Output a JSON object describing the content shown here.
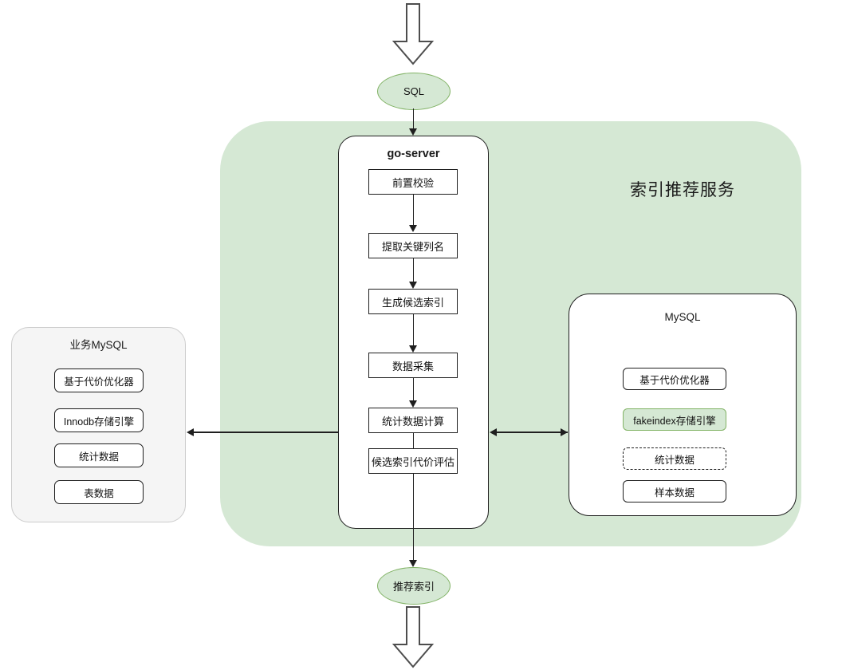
{
  "diagram": {
    "title": "索引推荐服务",
    "flow_in": {
      "arrow_name": "inbound-block-arrow",
      "node_label": "SQL"
    },
    "flow_out": {
      "node_label": "推荐索引",
      "arrow_name": "outbound-block-arrow"
    },
    "goserver": {
      "title": "go-server",
      "steps": [
        {
          "label": "前置校验"
        },
        {
          "label": "提取关键列名"
        },
        {
          "label": "生成候选索引"
        },
        {
          "label": "数据采集"
        },
        {
          "label": "统计数据计算"
        },
        {
          "label": "候选索引代价评估"
        }
      ]
    },
    "business_mysql": {
      "title": "业务MySQL",
      "items": [
        {
          "label": "基于代价优化器",
          "style": "solid"
        },
        {
          "label": "Innodb存储引擎",
          "style": "solid"
        },
        {
          "label": "统计数据",
          "style": "solid"
        },
        {
          "label": "表数据",
          "style": "solid"
        }
      ]
    },
    "mysql": {
      "title": "MySQL",
      "items": [
        {
          "label": "基于代价优化器",
          "style": "solid"
        },
        {
          "label": "fakeindex存储引擎",
          "style": "green"
        },
        {
          "label": "统计数据",
          "style": "dashed"
        },
        {
          "label": "样本数据",
          "style": "solid"
        }
      ]
    },
    "colors": {
      "service_fill": "#d5e8d4",
      "node_stroke": "#82b366",
      "panel_stroke": "#1f1f1f",
      "business_fill": "#f5f5f5",
      "business_stroke": "#cccccc",
      "arrow": "#1f1f1f"
    }
  }
}
